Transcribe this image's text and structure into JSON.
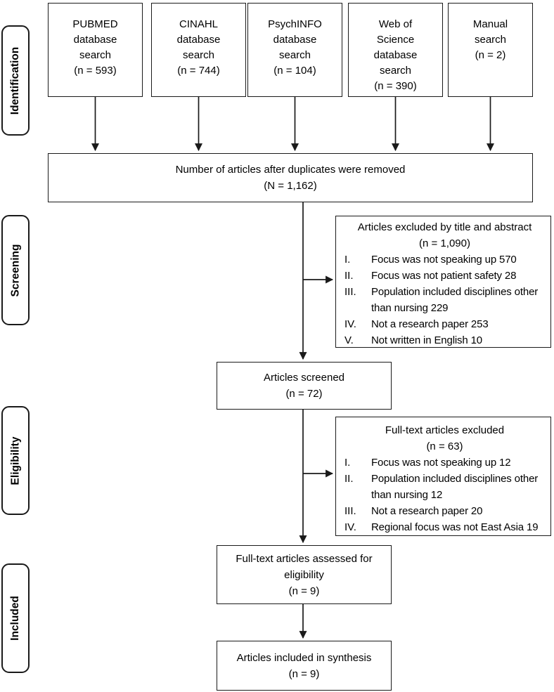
{
  "stages": {
    "identification": "Identification",
    "screening": "Screening",
    "eligibility": "Eligibility",
    "included": "Included"
  },
  "sources": [
    {
      "label": "PUBMED\ndatabase\nsearch\n(n = 593)"
    },
    {
      "label": "CINAHL\ndatabase\nsearch\n(n = 744)"
    },
    {
      "label": "PsychINFO\ndatabase\nsearch\n(n = 104)"
    },
    {
      "label": "Web of\nScience\ndatabase\nsearch\n(n = 390)"
    },
    {
      "label": "Manual\nsearch\n(n = 2)"
    }
  ],
  "duplicates": {
    "text": "Number of articles after duplicates were removed",
    "count": "(N = 1,162)"
  },
  "excluded_title_abstract": {
    "title": "Articles excluded by title and abstract",
    "count": "(n = 1,090)",
    "items": [
      {
        "num": "I.",
        "text": "Focus was not speaking up 570"
      },
      {
        "num": "II.",
        "text": "Focus was not patient safety 28"
      },
      {
        "num": "III.",
        "text": "Population included disciplines other\nthan nursing 229"
      },
      {
        "num": "IV.",
        "text": "Not a research paper 253"
      },
      {
        "num": "V.",
        "text": "Not written in English 10"
      }
    ]
  },
  "screened": {
    "text": "Articles screened",
    "count": "(n = 72)"
  },
  "excluded_fulltext": {
    "title": "Full-text articles excluded",
    "count": "(n = 63)",
    "items": [
      {
        "num": "I.",
        "text": "Focus was not speaking up 12"
      },
      {
        "num": "II.",
        "text": "Population included disciplines other\nthan nursing 12"
      },
      {
        "num": "III.",
        "text": "Not a research paper 20"
      },
      {
        "num": "IV.",
        "text": "Regional focus was not East Asia 19"
      }
    ]
  },
  "assessed": {
    "text": "Full-text articles assessed for\neligibility",
    "count": "(n = 9)"
  },
  "included": {
    "text": "Articles included in synthesis",
    "count": "(n = 9)"
  }
}
